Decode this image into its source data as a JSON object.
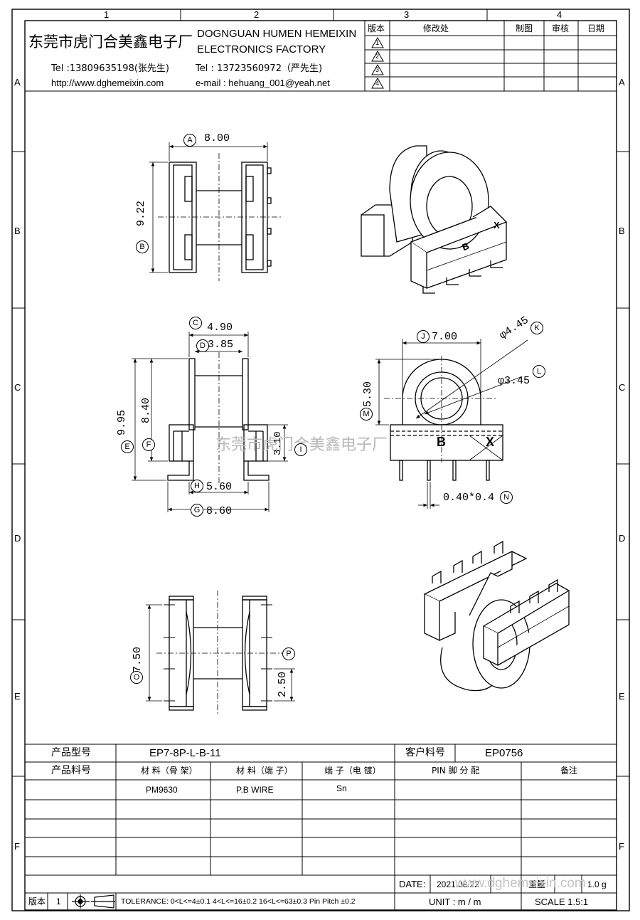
{
  "ruler": {
    "columns": [
      "1",
      "2",
      "3",
      "4"
    ],
    "rows": [
      "A",
      "B",
      "C",
      "D",
      "E",
      "F"
    ]
  },
  "header": {
    "company_cn": "东莞市虎门合美鑫电子厂",
    "company_en_1": "DOGNGUAN HUMEN HEMEIXIN",
    "company_en_2": "ELECTRONICS FACTORY",
    "tel_1": "Tel :13809635198(张先生)",
    "tel_2": "Tel : 13723560972（严先生)",
    "website": "http://www.dghemeixin.com",
    "email": "e-mail : hehuang_001@yeah.net"
  },
  "revision_table": {
    "headers": [
      "版本",
      "修改处",
      "制图",
      "审核",
      "日期"
    ],
    "rows": [
      "1",
      "2",
      "3",
      "4"
    ]
  },
  "dimensions": {
    "A": "A",
    "A_val": "8.00",
    "B": "B",
    "B_val": "9.22",
    "C": "C",
    "C_val": "4.90",
    "D": "D",
    "D_val": "3.85",
    "E": "E",
    "E_val": "9.95",
    "F": "F",
    "F_val": "8.40",
    "G": "G",
    "G_val": "8.60",
    "H": "H",
    "H_val": "5.60",
    "I": "I",
    "I_val": "3.10",
    "J": "J",
    "J_val": "7.00",
    "K": "K",
    "K_val": "φ4.45",
    "L": "L",
    "L_val": "φ3.45",
    "M": "M",
    "M_val": "5.30",
    "N": "N",
    "N_val": "0.40*0.4",
    "O": "O",
    "O_val": "7.50",
    "P": "P",
    "P_val": "2.50"
  },
  "marks": {
    "b": "B",
    "x": "X"
  },
  "watermark": "东莞市虎门合美鑫电子厂",
  "info_table": {
    "model_label": "产品型号",
    "model_value": "EP7-8P-L-B-11",
    "cust_label": "客户料号",
    "cust_value": "EP0756",
    "part_label": "产品料号",
    "col_mat_frame": "材 料（骨 架）",
    "col_mat_term": "材 料（端 子）",
    "col_term_plate": "端 子（电 镀）",
    "col_pin": "PIN 脚 分 配",
    "col_note": "备注",
    "mat_frame": "PM9630",
    "mat_term": "P.B WIRE",
    "term_plate": "Sn",
    "date_label": "DATE:",
    "date_value": "2021.08.22",
    "weight_label": "重量",
    "weight_value": "1.0 g",
    "unit": "UNIT : m / m",
    "scale": "SCALE  1.5:1"
  },
  "footer": {
    "version_label": "版本",
    "version_value": "1",
    "tolerance": "TOLERANCE:  0<L<=4±0.1  4<L<=16±0.2  16<L<=63±0.3  Pin Pitch  ±0.2"
  },
  "url_watermark": "www.dghemeixin.com"
}
